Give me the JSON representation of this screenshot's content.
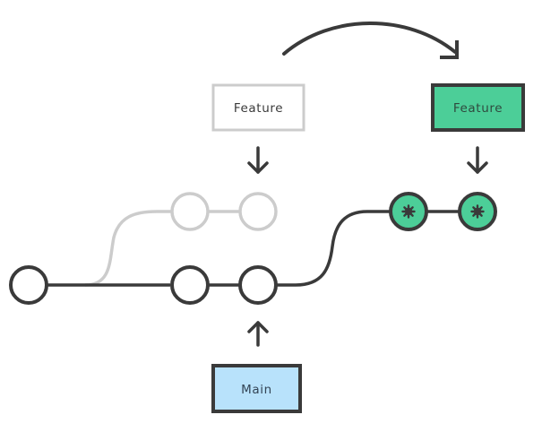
{
  "title": "Git rebase diagram",
  "colors": {
    "dark": "#3a3a3a",
    "faded": "#cccccc",
    "feature_green": "#4cce98",
    "main_blue": "#b8e2fb",
    "white": "#ffffff",
    "label_text_dark": "#2f4a3e",
    "label_text_faded": "#3a3a3a"
  },
  "labels": {
    "old_feature": {
      "text": "Feature",
      "state": "faded"
    },
    "new_feature": {
      "text": "Feature",
      "state": "active"
    },
    "main": {
      "text": "Main",
      "state": "active"
    }
  },
  "commits": {
    "main_branch": [
      {
        "id": "m1",
        "style": "plain"
      },
      {
        "id": "m2",
        "style": "plain"
      },
      {
        "id": "m3",
        "style": "plain",
        "tip_of": "Main"
      }
    ],
    "old_feature_branch": [
      {
        "id": "f1",
        "style": "faded"
      },
      {
        "id": "f2",
        "style": "faded",
        "tip_of": "Feature (before)"
      }
    ],
    "rebased_feature_branch": [
      {
        "id": "f1*",
        "style": "rebased",
        "marker": "asterisk"
      },
      {
        "id": "f2*",
        "style": "rebased",
        "marker": "asterisk",
        "tip_of": "Feature (after)"
      }
    ]
  },
  "arrows": {
    "move_arrow": "curved-arrow-right",
    "old_feature_pointer": "arrow-down",
    "new_feature_pointer": "arrow-down",
    "main_pointer": "arrow-up"
  }
}
